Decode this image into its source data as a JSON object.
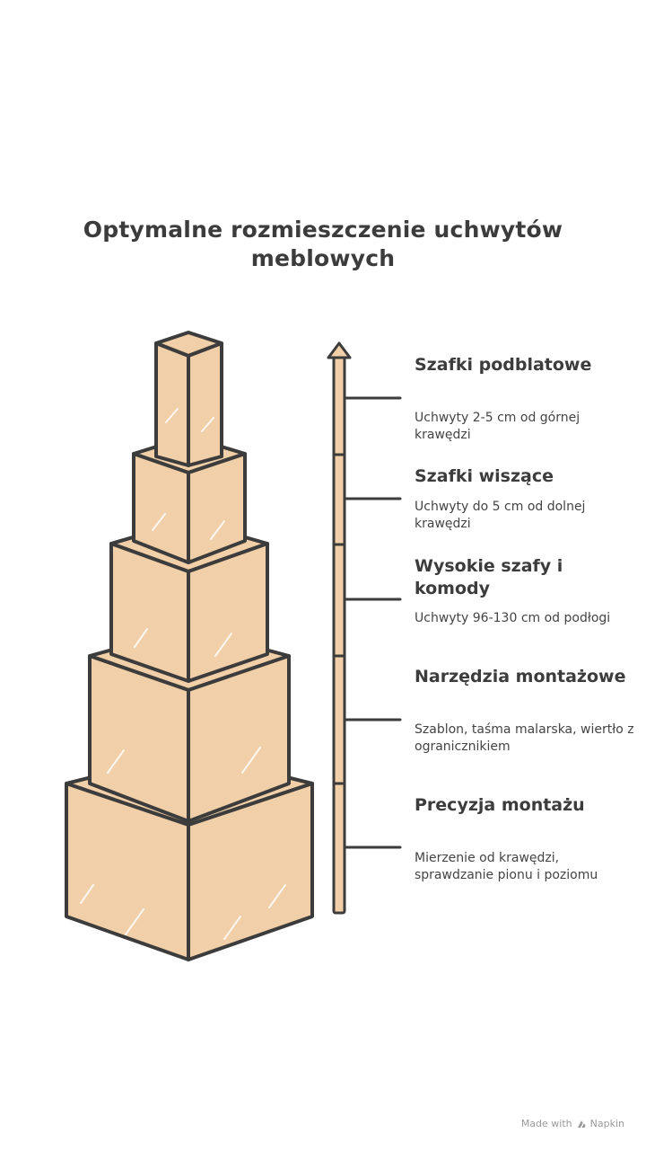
{
  "title": "Optymalne rozmieszczenie uchwytów meblowych",
  "colors": {
    "box_fill": "#f1cfa8",
    "box_stroke": "#3c3c3c",
    "text": "#3c3c3c"
  },
  "levels": [
    {
      "title": "Szafki podblatowe",
      "description": "Uchwyty 2-5 cm od górnej krawędzi"
    },
    {
      "title": "Szafki wiszące",
      "description": "Uchwyty do 5 cm od dolnej krawędzi"
    },
    {
      "title": "Wysokie szafy i komody",
      "description": "Uchwyty 96-130 cm od podłogi"
    },
    {
      "title": "Narzędzia montażowe",
      "description": "Szablon, taśma malarska, wiertło z ogranicznikiem"
    },
    {
      "title": "Precyzja montażu",
      "description": "Mierzenie od krawędzi, sprawdzanie pionu i poziomu"
    }
  ],
  "footer": {
    "made_with": "Made with",
    "brand": "Napkin",
    "brand_icon": "napkin-logo-icon"
  }
}
